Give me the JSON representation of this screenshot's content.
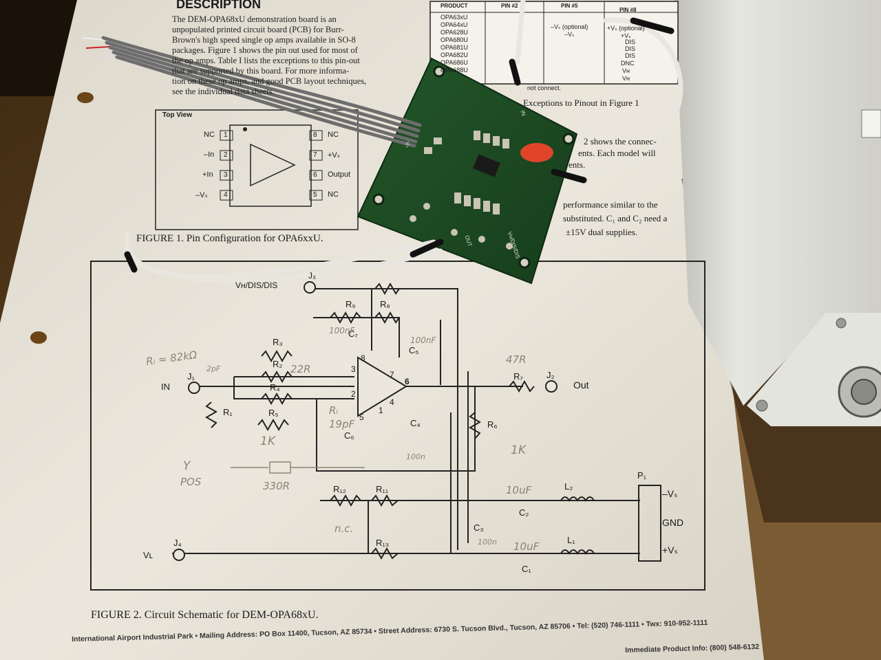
{
  "description": {
    "heading": "DESCRIPTION",
    "lines": [
      "The DEM-OPA68xU demonstration board is an",
      "unpopulated printed circuit board (PCB) for Burr-",
      "Brown's high speed single op amps available in SO-8",
      "packages. Figure 1 shows the pin out used for most of",
      "the op amps. Table I lists the exceptions to this pin-out",
      "that are supported by this board. For more informa-",
      "tion on these op amps, and good PCB layout techniques,",
      "see the individual data sheets."
    ]
  },
  "figure1": {
    "top_view": "Top View",
    "pins_left": [
      "NC",
      "–In",
      "+In",
      "–Vₛ"
    ],
    "pins_right": [
      "NC",
      "+Vₛ",
      "Output",
      "NC"
    ],
    "pin_numbers_left": [
      "1",
      "2",
      "3",
      "4"
    ],
    "pin_numbers_right": [
      "8",
      "7",
      "6",
      "5"
    ],
    "caption": "FIGURE 1. Pin Configuration for OPA6xxU."
  },
  "table": {
    "headers": [
      "PRODUCT",
      "PIN #2",
      "PIN #5",
      "PIN #8"
    ],
    "products": [
      "OPA63xU",
      "OPA64xU",
      "OPA628U",
      "OPA680U",
      "OPA681U",
      "OPA682U",
      "OPA686U",
      "OPA688U"
    ],
    "pin5": [
      "–Vₛ (optional)",
      "–Vₛ"
    ],
    "pin8": [
      "+Vₛ (optional)",
      "+Vₛ",
      "DIS",
      "DIS",
      "DIS",
      "DNC",
      "Vʜ",
      "Vʜ"
    ],
    "footnote": "not connect.",
    "caption_fragment": "Exceptions to Pinout in Figure 1"
  },
  "right_text": {
    "lines": [
      "2 shows the connec-",
      "ents. Each model will",
      "ents.",
      "performance similar to the",
      "substituted. C₁ and C₂ need a",
      "±15V dual supplies."
    ]
  },
  "schematic": {
    "labels": [
      "Vʜ/DIS/DIS",
      "J₃",
      "R₉",
      "R₈",
      "C₇",
      "R₃",
      "R₂",
      "R₄",
      "R₅",
      "R₁",
      "J₁",
      "IN",
      "C₅",
      "C₆",
      "C₄",
      "R₆",
      "R₇",
      "J₂",
      "Out",
      "R₁₂",
      "R₁₁",
      "R₁₃",
      "C₃",
      "C₂",
      "C₁",
      "L₂",
      "L₁",
      "P₁",
      "–Vₛ",
      "GND",
      "+Vₛ",
      "J₄",
      "Vʟ"
    ],
    "pin_numbers": [
      "8",
      "3",
      "2",
      "7",
      "6",
      "1",
      "5",
      "4"
    ],
    "caption": "FIGURE 2. Circuit Schematic for DEM-OPA68xU."
  },
  "handwritten": [
    "Rᵢ ≈ 82kΩ",
    "2pF",
    "22R",
    "100nF",
    "100nF",
    "47R",
    "Rᵢ",
    "19pF",
    "1K",
    "1K",
    "100n",
    "Y",
    "POS",
    "330R",
    "10uF",
    "n.c.",
    "10uF",
    "100n"
  ],
  "footer": {
    "line": "International Airport Industrial Park • Mailing Address: PO Box 11400, Tucson, AZ 85734 • Street Address: 6730 S. Tucson Blvd., Tucson, AZ 85706 • Tel: (520) 746-1111 • Twx: 910-952-1111",
    "line2": "Immediate Product Info: (800) 548-6132"
  },
  "pcb": {
    "labels": [
      "OUT",
      "Vʜ/DIS/DIS",
      "IN",
      "Vₛ"
    ]
  },
  "colors": {
    "paper": "#ece8dc",
    "pcb": "#1d4a22",
    "table_bg": "#f4f2ea",
    "wire_white": "#e8e6de",
    "ribbon": "#6d6d6d",
    "capacitor": "#e0452a",
    "case": "#d8d8d2"
  }
}
